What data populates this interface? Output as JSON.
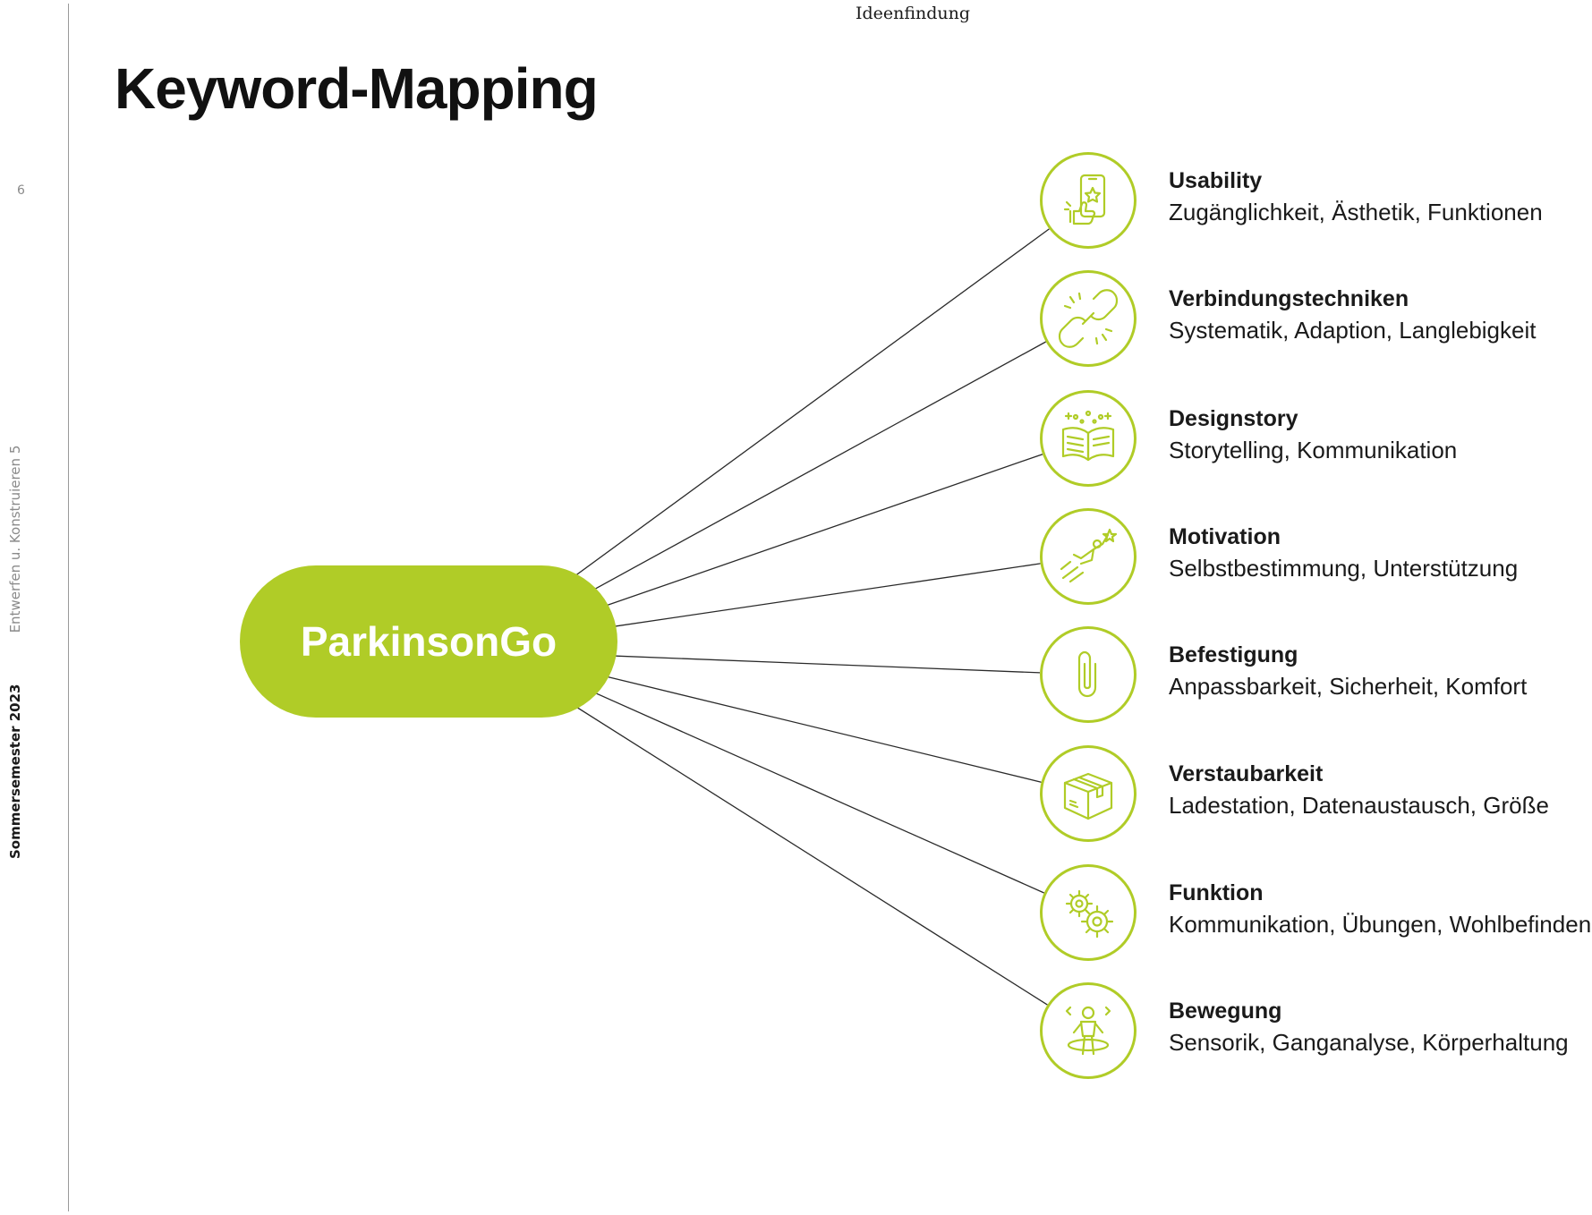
{
  "page_number": "6",
  "side": {
    "semester": "Sommersemester 2023",
    "course": "Entwerfen u. Konstruieren 5"
  },
  "section": "Ideenfindung",
  "title": "Keyword-Mapping",
  "hub": {
    "label": "ParkinsonGo"
  },
  "colors": {
    "accent": "#b0cc27",
    "line": "#2a2a2a",
    "text": "#1a1a1a",
    "muted": "#8a8a8a"
  },
  "nodes": [
    {
      "title": "Usability",
      "desc": "Zugänglichkeit, Ästhetik, Funktionen",
      "icon": "smartphone-thumbs-up-icon"
    },
    {
      "title": "Verbindungstechniken",
      "desc": "Systematik, Adaption, Langlebigkeit",
      "icon": "broken-link-icon"
    },
    {
      "title": "Designstory",
      "desc": "Storytelling, Kommunikation",
      "icon": "open-book-icon"
    },
    {
      "title": "Motivation",
      "desc": "Selbstbestimmung, Unterstützung",
      "icon": "flying-person-star-icon"
    },
    {
      "title": "Befestigung",
      "desc": "Anpassbarkeit, Sicherheit, Komfort",
      "icon": "paperclip-icon"
    },
    {
      "title": "Verstaubarkeit",
      "desc": "Ladestation, Datenaustausch, Größe",
      "icon": "box-icon"
    },
    {
      "title": "Funktion",
      "desc": "Kommunikation, Übungen, Wohlbefinden",
      "icon": "gears-icon"
    },
    {
      "title": "Bewegung",
      "desc": "Sensorik, Ganganalyse, Körperhaltung",
      "icon": "body-rotation-icon"
    }
  ]
}
